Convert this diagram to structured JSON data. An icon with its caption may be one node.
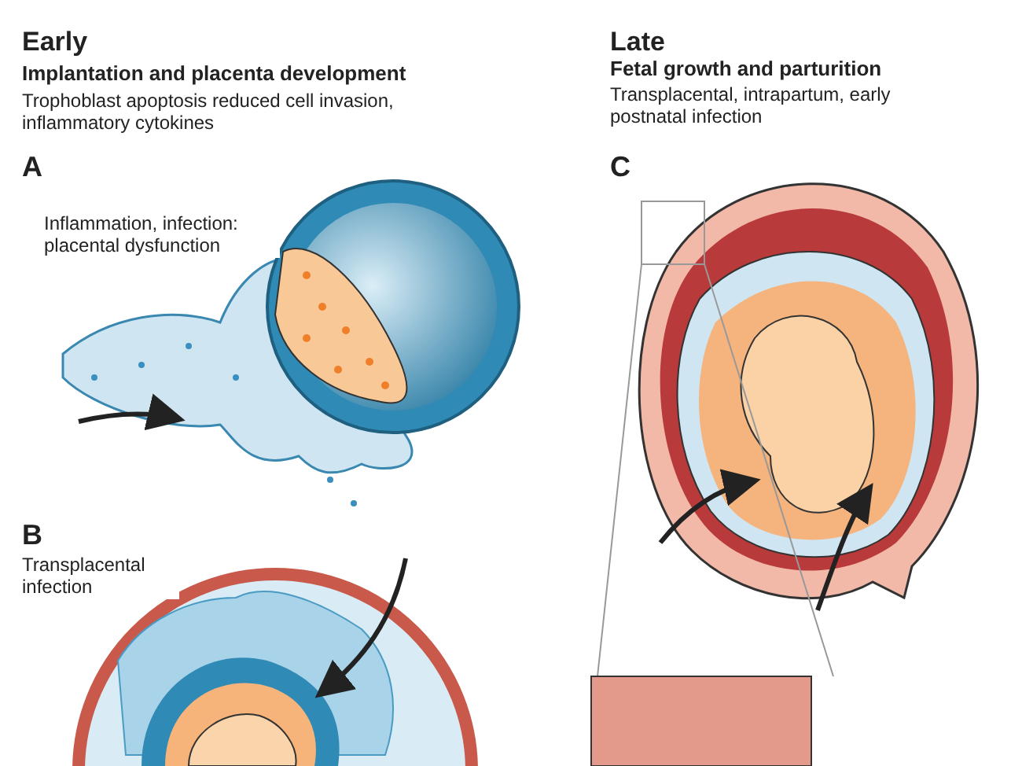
{
  "diagram": {
    "labels": [
      "Early",
      "Implantation and placenta development",
      "Trophoblast apoptosis reduced cell invasion, inflammatory cytokines",
      "Late",
      "Fetal growth and parturition",
      "Transplacental, intrapartum, early postnatal infection",
      "A",
      "Inflammation, infection: placental dysfunction",
      "C",
      "B",
      "Transplacental infection"
    ]
  }
}
